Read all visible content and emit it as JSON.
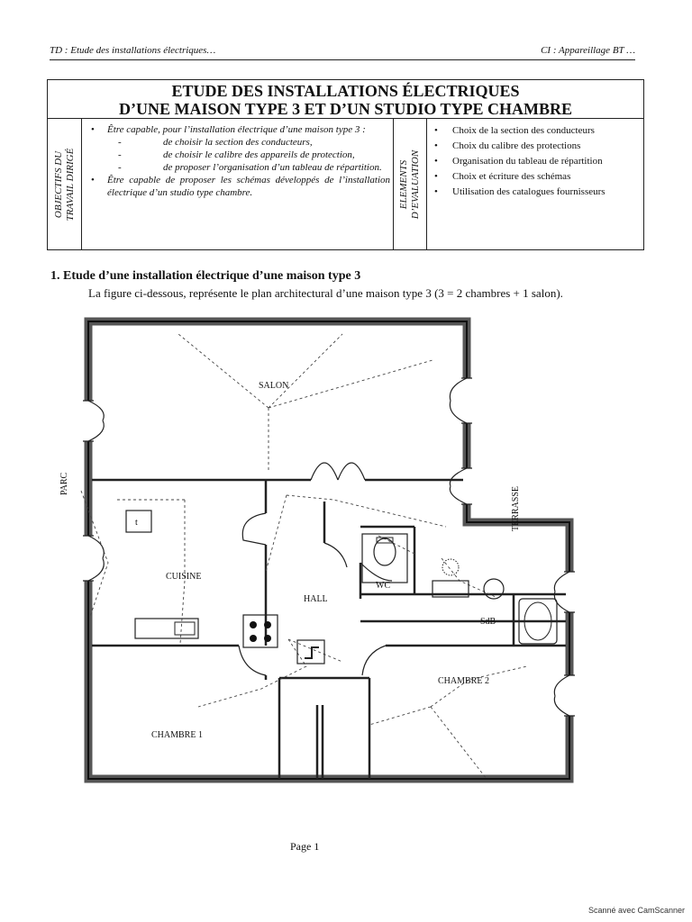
{
  "header": {
    "left": "TD : Etude des installations électriques…",
    "right": "CI : Appareillage BT …"
  },
  "title": {
    "line1": "ETUDE DES INSTALLATIONS ÉLECTRIQUES",
    "line2": "D’UNE MAISON TYPE 3 ET D’UN STUDIO TYPE CHAMBRE"
  },
  "objectives": {
    "label_line1": "OBJECTIFS DU",
    "label_line2": "TRAVAIL DIRIGÉ",
    "bullet1": "Être capable, pour l’installation électrique d’une maison type 3 :",
    "dash1": "de choisir la section des conducteurs,",
    "dash2": "de choisir le calibre des appareils de protection,",
    "dash3": "de proposer l’organisation d’un tableau de répartition.",
    "bullet2": "Être capable de proposer les schémas développés de l’installation électrique d’un studio type chambre."
  },
  "evaluation": {
    "label_line1": "ELEMENTS",
    "label_line2": "D’EVALUATION",
    "items": [
      "Choix de la section des conducteurs",
      "Choix du calibre des protections",
      "Organisation du tableau de répartition",
      "Choix et écriture des schémas",
      "Utilisation des catalogues fournisseurs"
    ]
  },
  "section1": {
    "heading": "1. Etude d’une installation électrique d’une maison type 3",
    "text": "La figure ci-dessous, représente le plan architectural d’une maison type 3 (3 = 2 chambres + 1 salon)."
  },
  "plan": {
    "salon": "SALON",
    "cuisine": "CUISINE",
    "hall": "HALL",
    "wc": "WC",
    "sdb": "SdB",
    "chambre1": "CHAMBRE 1",
    "chambre2": "CHAMBRE 2",
    "parc": "PARC",
    "terrasse": "TERRASSE",
    "panel": "t"
  },
  "footer": {
    "page": "Page 1",
    "scanner": "Scanné avec CamScanner"
  }
}
